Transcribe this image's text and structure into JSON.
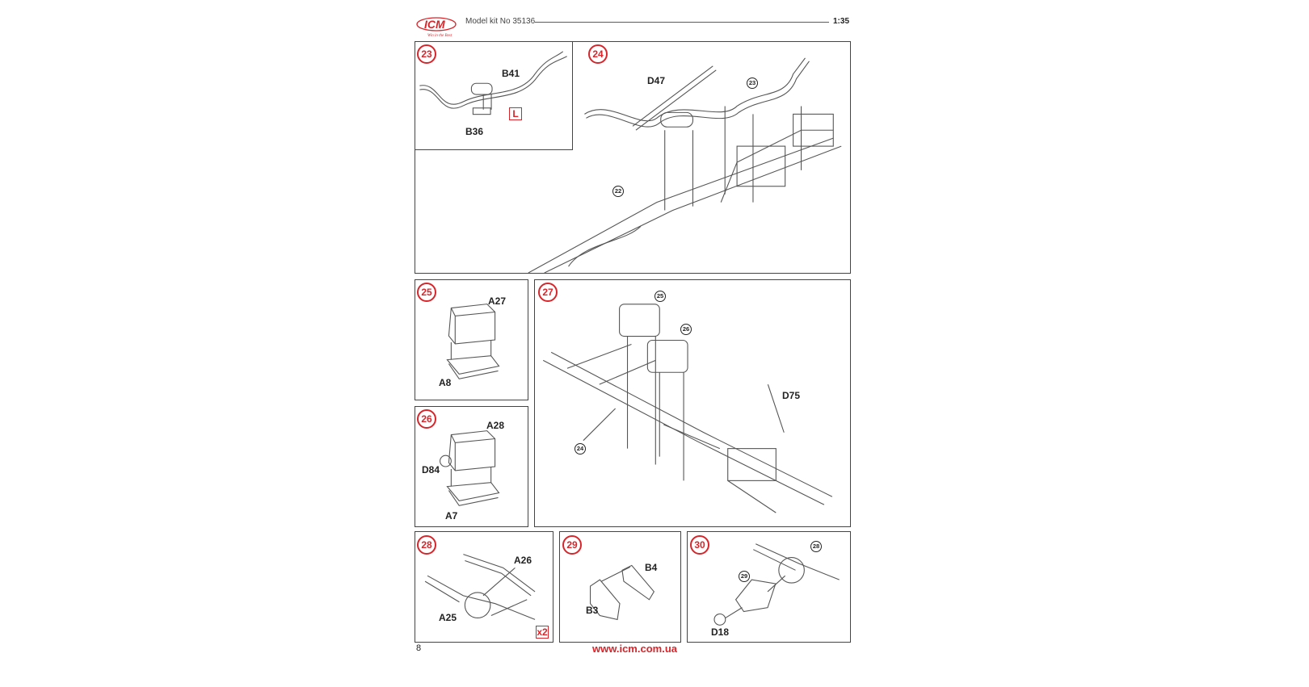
{
  "header": {
    "logo_text": "ICM",
    "logo_tagline": "Win in the Best",
    "kit_label": "Model kit No 35136",
    "scale": "1:35"
  },
  "steps": {
    "s23": {
      "number": "23",
      "parts": [
        "B41",
        "B36"
      ],
      "marker": "L"
    },
    "s24": {
      "number": "24",
      "parts": [
        "D47"
      ],
      "refs": [
        "23",
        "22"
      ]
    },
    "s25": {
      "number": "25",
      "parts": [
        "A27",
        "A8"
      ]
    },
    "s26": {
      "number": "26",
      "parts": [
        "A28",
        "D84",
        "A7"
      ]
    },
    "s27": {
      "number": "27",
      "parts": [
        "D75"
      ],
      "refs": [
        "25",
        "26",
        "24"
      ]
    },
    "s28": {
      "number": "28",
      "parts": [
        "A26",
        "A25"
      ],
      "multiplier": "x2"
    },
    "s29": {
      "number": "29",
      "parts": [
        "B4",
        "B3"
      ]
    },
    "s30": {
      "number": "30",
      "parts": [
        "D18"
      ],
      "refs": [
        "28",
        "29"
      ]
    }
  },
  "footer": {
    "page_number": "8",
    "website": "www.icm.com.ua"
  },
  "colors": {
    "accent": "#d7262b"
  }
}
